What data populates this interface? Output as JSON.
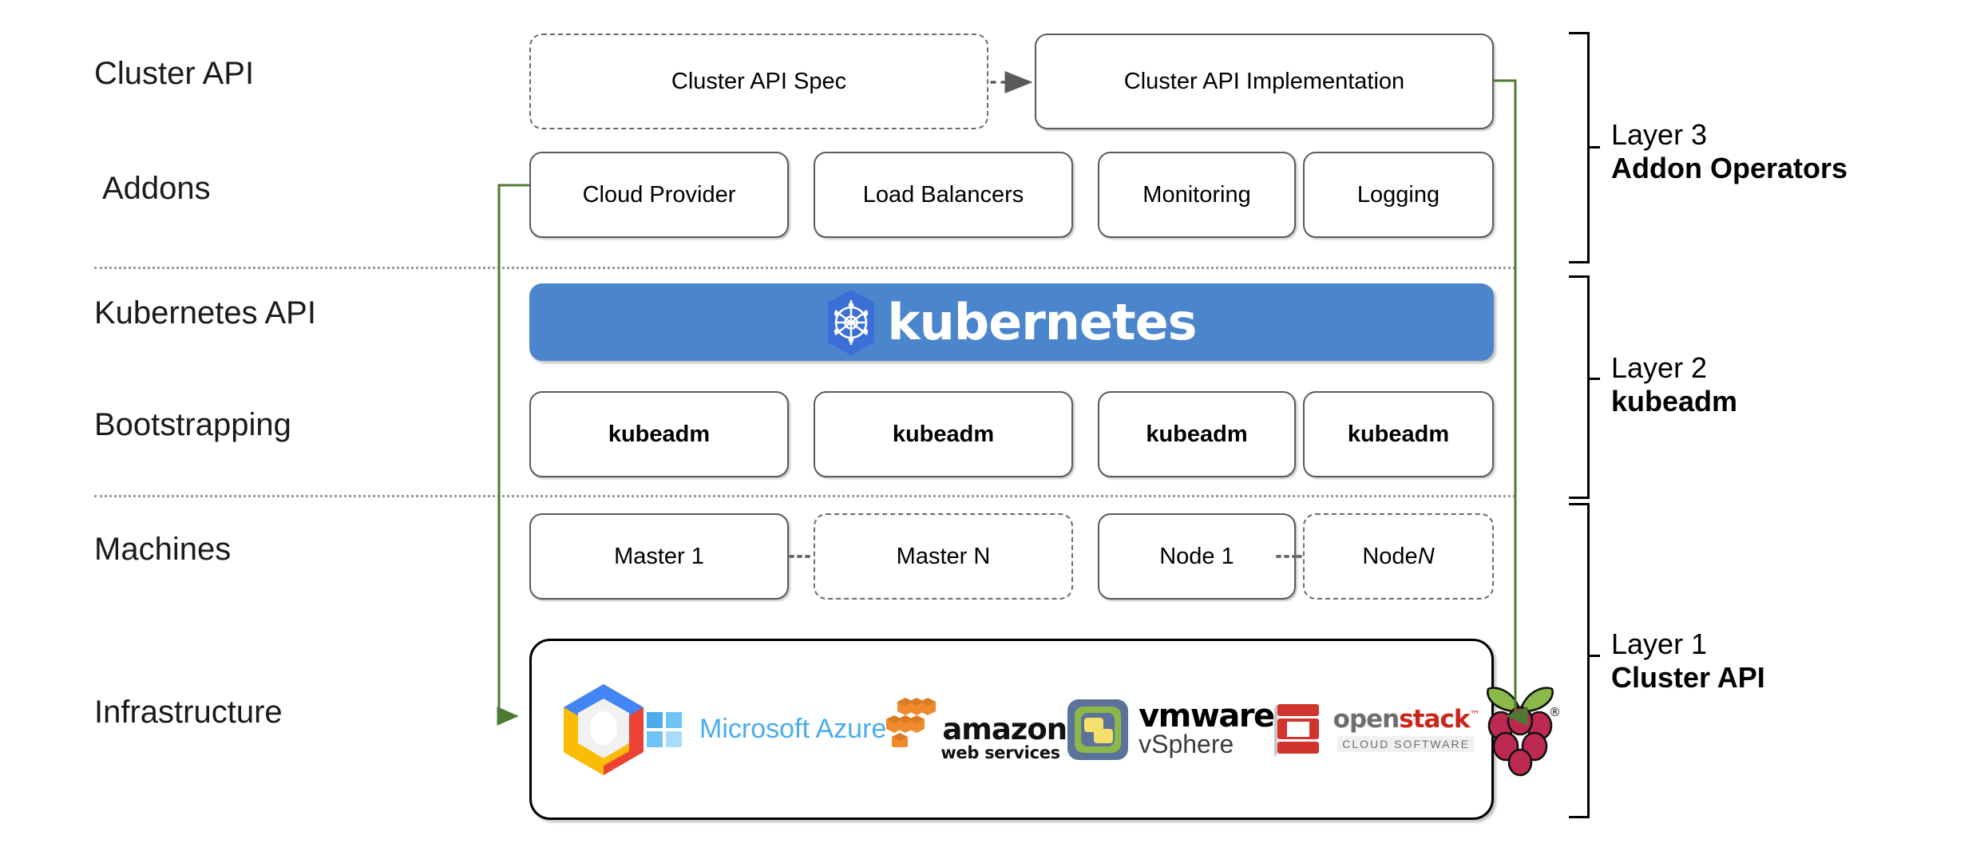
{
  "diagram": {
    "title": "Kubernetes Cluster API layered architecture"
  },
  "row_labels": [
    {
      "id": "cluster-api",
      "text": "Cluster API"
    },
    {
      "id": "addons",
      "text": "Addons"
    },
    {
      "id": "kubernetes-api",
      "text": "Kubernetes API"
    },
    {
      "id": "bootstrapping",
      "text": "Bootstrapping"
    },
    {
      "id": "machines",
      "text": "Machines"
    },
    {
      "id": "infrastructure",
      "text": "Infrastructure"
    }
  ],
  "rows": {
    "cluster_api": {
      "spec": {
        "label": "Cluster API Spec",
        "style": "dashed"
      },
      "implementation": {
        "label": "Cluster API Implementation",
        "style": "solid"
      }
    },
    "addons": [
      {
        "label": "Cloud Provider"
      },
      {
        "label": "Load Balancers"
      },
      {
        "label": "Monitoring"
      },
      {
        "label": "Logging"
      }
    ],
    "kubernetes": {
      "wordmark": "kubernetes",
      "logo_name": "kubernetes-helm-icon",
      "banner_color": "#4b86cc",
      "logo_color": "#3a6fd8"
    },
    "bootstrapping": [
      {
        "label": "kubeadm"
      },
      {
        "label": "kubeadm"
      },
      {
        "label": "kubeadm"
      },
      {
        "label": "kubeadm"
      }
    ],
    "machines": [
      {
        "label": "Master 1",
        "style": "solid",
        "italic_tail": ""
      },
      {
        "label": "Master N",
        "style": "dashed",
        "italic_tail": ""
      },
      {
        "label": "Node 1",
        "style": "solid",
        "italic_tail": ""
      },
      {
        "label": "Node ",
        "style": "dashed",
        "italic_tail": "N"
      }
    ],
    "infrastructure": {
      "providers": [
        {
          "name": "google-cloud-platform-logo",
          "label": ""
        },
        {
          "name": "microsoft-azure-logo",
          "label": "Microsoft Azure"
        },
        {
          "name": "amazon-web-services-logo",
          "label": "amazon",
          "sublabel": "web services"
        },
        {
          "name": "vmware-vsphere-logo",
          "label": "vmware",
          "sublabel": "vSphere"
        },
        {
          "name": "openstack-logo",
          "label_a": "open",
          "label_b": "stack",
          "sublabel": "CLOUD SOFTWARE"
        },
        {
          "name": "raspberry-pi-logo",
          "label": ""
        }
      ]
    }
  },
  "layers": [
    {
      "id": "layer-3",
      "name": "Layer 3",
      "subject": "Addon Operators"
    },
    {
      "id": "layer-2",
      "name": "Layer 2",
      "subject": "kubeadm"
    },
    {
      "id": "layer-1",
      "name": "Layer 1",
      "subject": "Cluster API"
    }
  ],
  "connectors": {
    "spec_to_implementation": {
      "style": "dotted",
      "color": "#5a5a5a",
      "direction": "right"
    },
    "left_flow": {
      "style": "solid",
      "color": "#4e7a33",
      "direction": "down-right",
      "from": "Cloud Provider",
      "to": "Infrastructure"
    },
    "right_flow": {
      "style": "solid",
      "color": "#4e7a33",
      "direction": "down-left",
      "from": "Cluster API Implementation",
      "to": "Infrastructure"
    },
    "master_ellipsis": {
      "style": "dotted",
      "color": "#6b6b6b"
    },
    "node_ellipsis": {
      "style": "dotted",
      "color": "#6b6b6b"
    }
  },
  "colors": {
    "kubernetes_blue": "#4b86cc",
    "flow_green": "#4e7a33",
    "separator_gray": "#9a9a9a",
    "box_border": "#5a5a5a"
  }
}
